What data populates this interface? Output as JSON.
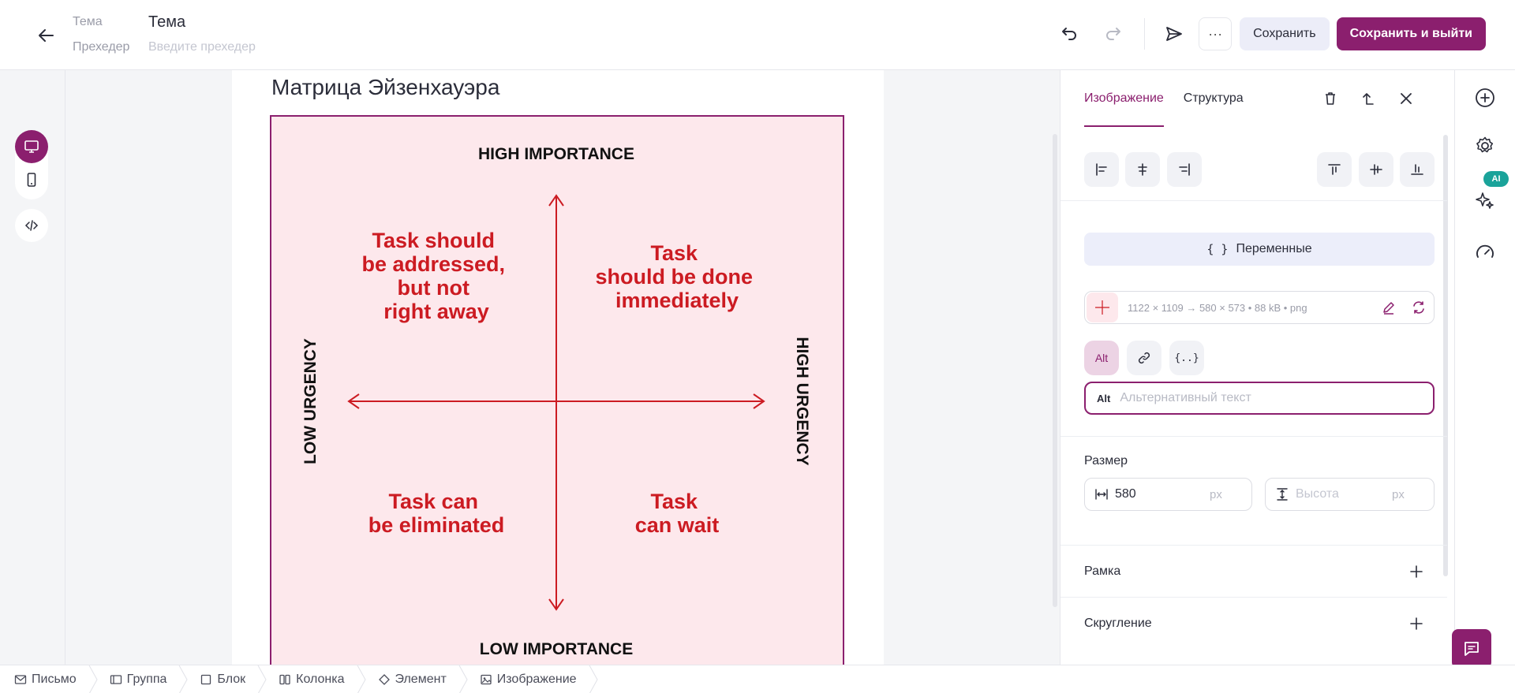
{
  "header": {
    "theme_label": "Тема",
    "theme_value": "Тема",
    "preheader_label": "Прехедер",
    "preheader_placeholder": "Введите прехедер",
    "more_label": "···",
    "save_label": "Сохранить",
    "save_exit_label": "Сохранить и выйти"
  },
  "canvas": {
    "doc_title": "Матрица Эйзенхауэра",
    "matrix": {
      "top": "HIGH IMPORTANCE",
      "bottom": "LOW IMPORTANCE",
      "left": "LOW URGENCY",
      "right": "HIGH URGENCY",
      "q_top_left": [
        "Task should",
        "be addressed,",
        "but not",
        "right away"
      ],
      "q_top_right": [
        "Task",
        "should be done",
        "immediately"
      ],
      "q_bottom_left": [
        "Task can",
        "be eliminated"
      ],
      "q_bottom_right": [
        "Task",
        "can wait"
      ]
    }
  },
  "panel": {
    "tab_image": "Изображение",
    "tab_structure": "Структура",
    "variables_label": "Переменные",
    "file_info": "1122 × 1109 → 580 × 573  •  88 kB  •  png",
    "alt_button": "Alt",
    "alt_tag": "Alt",
    "alt_placeholder": "Альтернативный текст",
    "size_label": "Размер",
    "width_value": "580",
    "height_placeholder": "Высота",
    "unit": "px",
    "border_label": "Рамка",
    "rounding_label": "Скругление"
  },
  "right_rail": {
    "ai_badge": "AI"
  },
  "breadcrumbs": [
    {
      "icon": "envelope-icon",
      "label": "Письмо"
    },
    {
      "icon": "group-icon",
      "label": "Группа"
    },
    {
      "icon": "block-icon",
      "label": "Блок"
    },
    {
      "icon": "column-icon",
      "label": "Колонка"
    },
    {
      "icon": "element-icon",
      "label": "Элемент"
    },
    {
      "icon": "image-icon",
      "label": "Изображение"
    }
  ],
  "colors": {
    "accent": "#8b1f6e",
    "matrix_bg": "#fde8ec",
    "matrix_red": "#cc1b22",
    "ai_badge": "#1aa39a"
  }
}
